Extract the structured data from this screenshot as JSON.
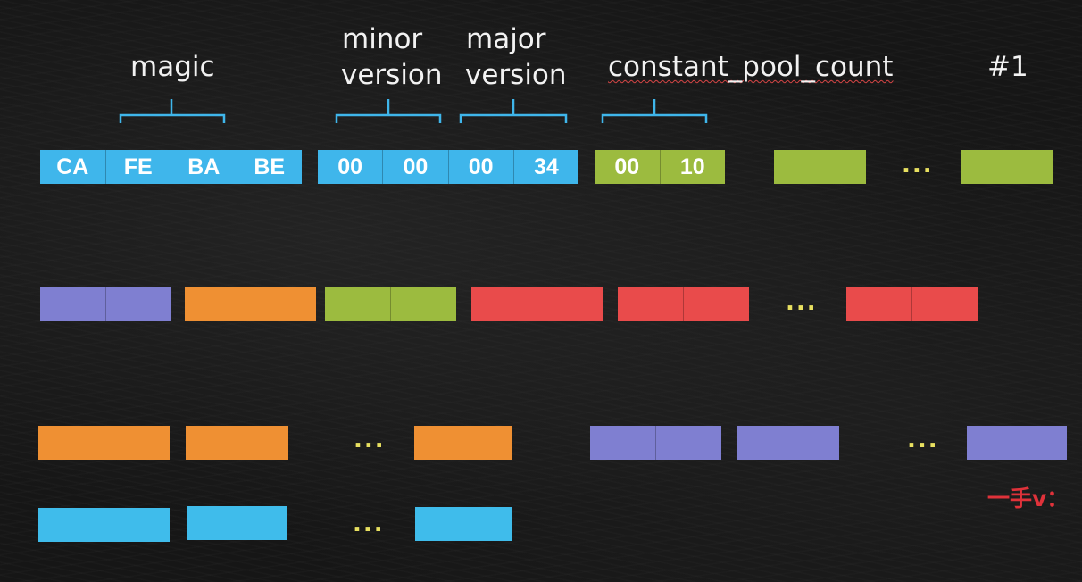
{
  "labels": {
    "magic": "magic",
    "minor_version_line1": "minor",
    "minor_version_line2": "version",
    "major_version_line1": "major",
    "major_version_line2": "version",
    "constant_pool_count": "constant_pool_count",
    "index_marker": "#1"
  },
  "row1": {
    "magic_bytes": [
      "CA",
      "FE",
      "BA",
      "BE"
    ],
    "version_bytes": [
      "00",
      "00",
      "00",
      "34"
    ],
    "constant_pool_count_bytes": [
      "00",
      "10"
    ]
  },
  "ellipsis": "...",
  "watermark": "一手v：",
  "colors": {
    "blue": "#3fb6eb",
    "green": "#9cbb3f",
    "purple": "#7f7fd1",
    "orange": "#ef9033",
    "red": "#e94b4b",
    "cyan": "#3fbceb",
    "ellipsis": "#e8e060",
    "watermark": "#e0323a",
    "brace": "#3fb6eb"
  }
}
